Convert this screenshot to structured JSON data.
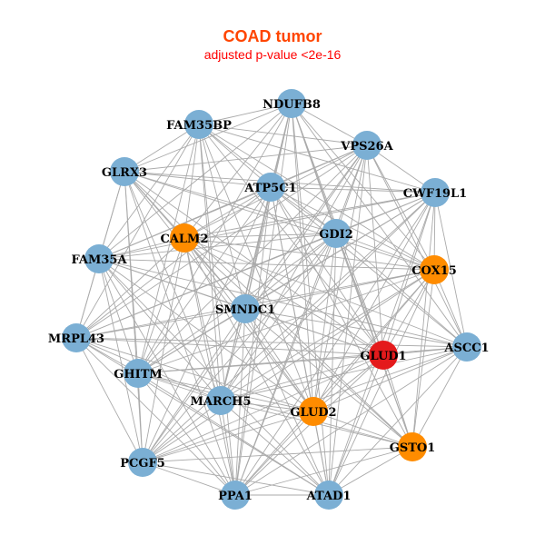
{
  "title": "COAD tumor",
  "subtitle": "adjusted p-value <2e-16",
  "colors": {
    "default": "#7bafd4",
    "highlight": "#ff8c00",
    "focus": "#e41a1c",
    "edge": "#aaaaaa"
  },
  "nodes": [
    {
      "label": "NDUFB8",
      "color": "default"
    },
    {
      "label": "FAM35BP",
      "color": "default"
    },
    {
      "label": "VPS26A",
      "color": "default"
    },
    {
      "label": "GLRX3",
      "color": "default"
    },
    {
      "label": "ATP5C1",
      "color": "default"
    },
    {
      "label": "CWF19L1",
      "color": "default"
    },
    {
      "label": "CALM2",
      "color": "highlight"
    },
    {
      "label": "FAM35A",
      "color": "default"
    },
    {
      "label": "GDI2",
      "color": "default"
    },
    {
      "label": "COX15",
      "color": "highlight"
    },
    {
      "label": "SMNDC1",
      "color": "default"
    },
    {
      "label": "MRPL43",
      "color": "default"
    },
    {
      "label": "GLUD1",
      "color": "focus"
    },
    {
      "label": "ASCC1",
      "color": "default"
    },
    {
      "label": "GHITM",
      "color": "default"
    },
    {
      "label": "MARCH5",
      "color": "default"
    },
    {
      "label": "GLUD2",
      "color": "highlight"
    },
    {
      "label": "GSTO1",
      "color": "highlight"
    },
    {
      "label": "PCGF5",
      "color": "default"
    },
    {
      "label": "PPA1",
      "color": "default"
    },
    {
      "label": "ATAD1",
      "color": "default"
    }
  ],
  "neighbors": {
    "0": [
      1,
      2,
      3,
      4,
      6,
      7,
      8,
      9,
      10,
      12,
      13,
      14,
      15,
      16,
      17,
      19,
      20
    ],
    "1": [
      2,
      3,
      4,
      5,
      6,
      7,
      8,
      9,
      10,
      11,
      12,
      14,
      15,
      16,
      19
    ],
    "2": [
      3,
      4,
      5,
      6,
      7,
      8,
      9,
      10,
      11,
      12,
      13,
      14,
      15,
      16,
      18,
      19,
      20
    ],
    "3": [
      4,
      5,
      6,
      7,
      8,
      9,
      10,
      11,
      12,
      14,
      15,
      16,
      17,
      18,
      19
    ],
    "4": [
      5,
      6,
      7,
      8,
      9,
      10,
      11,
      12,
      13,
      14,
      15,
      16,
      17,
      18,
      19,
      20
    ],
    "5": [
      6,
      7,
      8,
      9,
      10,
      11,
      12,
      13,
      14,
      15,
      16,
      17,
      18,
      19,
      20
    ],
    "6": [
      7,
      8,
      9,
      10,
      11,
      12,
      13,
      14,
      15,
      16,
      17,
      18,
      19,
      20
    ],
    "7": [
      8,
      9,
      10,
      11,
      12,
      13,
      14,
      15,
      16,
      18,
      19,
      20
    ],
    "8": [
      9,
      10,
      11,
      12,
      13,
      14,
      15,
      16,
      17,
      18,
      19,
      20
    ],
    "9": [
      10,
      11,
      12,
      13,
      14,
      15,
      16,
      17,
      18,
      19,
      20
    ],
    "10": [
      11,
      12,
      13,
      14,
      15,
      16,
      17,
      18,
      19,
      20
    ],
    "11": [
      12,
      13,
      14,
      15,
      16,
      18,
      19,
      20
    ],
    "12": [
      13,
      14,
      15,
      16,
      17,
      18,
      19,
      20
    ],
    "13": [
      14,
      15,
      16,
      17,
      18,
      19,
      20
    ],
    "14": [
      15,
      16,
      17,
      18,
      19,
      20
    ],
    "15": [
      16,
      17,
      18,
      19,
      20
    ],
    "16": [
      17,
      18,
      19,
      20
    ],
    "17": [
      18,
      19,
      20
    ],
    "18": [
      19,
      20
    ],
    "19": [
      20
    ]
  }
}
